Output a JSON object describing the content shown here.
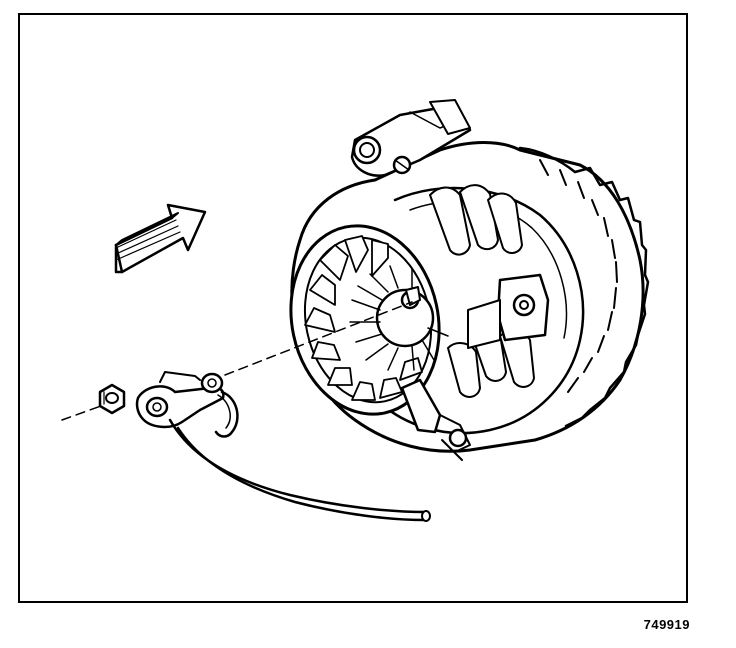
{
  "figure": {
    "id_label": "749919"
  },
  "colors": {
    "line": "#000000",
    "background": "#ffffff"
  },
  "icons": [
    "direction-arrow-icon",
    "alternator-illustration",
    "nut-illustration",
    "battery-cable-terminal-illustration"
  ]
}
